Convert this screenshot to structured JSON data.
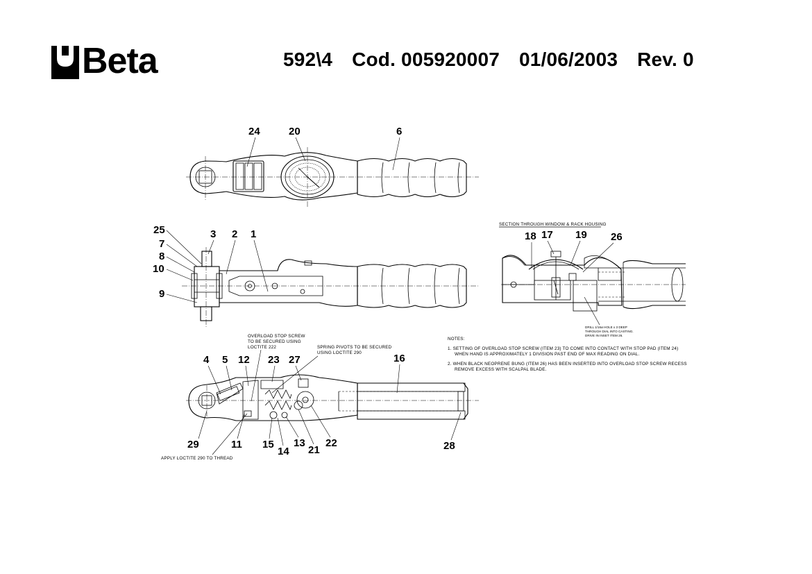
{
  "header": {
    "brand": "Beta",
    "model": "592\\4",
    "code": "Cod. 005920007",
    "date": "01/06/2003",
    "revision": "Rev. 0"
  },
  "section_title": "SECTION THROUGH WINDOW & RACK HOUSING",
  "drill_note": [
    "DRILL 1/16ø HOLE x 3 DEEP",
    "THROUGH DIAL INTO CASTING.",
    "DRIVE IN INSET ITEM 26."
  ],
  "annotations": {
    "overload": [
      "OVERLOAD STOP SCREW",
      "TO BE SECURED USING",
      "LOCTITE 222"
    ],
    "spring": [
      "SPRING PIVOTS TO BE SECURED",
      "USING LOCTITE 290"
    ],
    "apply": "APPLY LOCTITE 290 TO THREAD"
  },
  "notes": {
    "heading": "NOTES:",
    "items": [
      [
        "1.  SETTING OF OVERLOAD STOP SCREW (ITEM 23) TO COME INTO CONTACT WITH STOP PAD (ITEM 24)",
        "WHEN HAND IS APPROXIMATELY 1 DIVISION PAST END OF MAX READING ON DIAL."
      ],
      [
        "2.  WHEN BLACK NEOPRENE BUNG (ITEM 26) HAS BEEN INSERTED INTO OVERLOAD STOP SCREW RECESS",
        "REMOVE EXCESS WITH SCALPAL BLADE."
      ]
    ]
  },
  "callouts": {
    "top": [
      "24",
      "20",
      "6"
    ],
    "side": [
      "25",
      "3",
      "2",
      "1",
      "7",
      "8",
      "10",
      "9"
    ],
    "section": [
      "18",
      "17",
      "19",
      "26"
    ],
    "cutaway": [
      "4",
      "5",
      "12",
      "23",
      "27",
      "16",
      "29",
      "11",
      "15",
      "14",
      "13",
      "21",
      "22",
      "28"
    ]
  }
}
